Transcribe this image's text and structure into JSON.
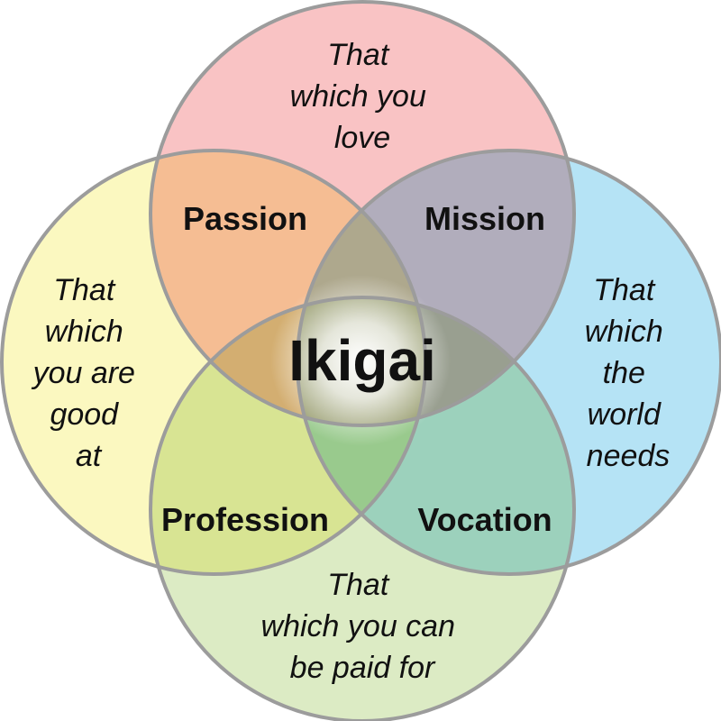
{
  "colors": {
    "love": "#f9c3c4",
    "good_at": "#fbf8c0",
    "world_needs": "#b5e3f5",
    "paid_for": "#dcebc4",
    "outline": "#9c9c9c"
  },
  "circles": {
    "love": [
      "That",
      "which you",
      "love"
    ],
    "good_at": [
      "That",
      "which",
      "you are",
      "good",
      "at"
    ],
    "world_needs": [
      "That",
      "which",
      "the",
      "world",
      "needs"
    ],
    "paid_for": [
      "That",
      "which you can",
      "be paid for"
    ]
  },
  "overlaps": {
    "passion": "Passion",
    "mission": "Mission",
    "profession": "Profession",
    "vocation": "Vocation"
  },
  "center": "Ikigai"
}
